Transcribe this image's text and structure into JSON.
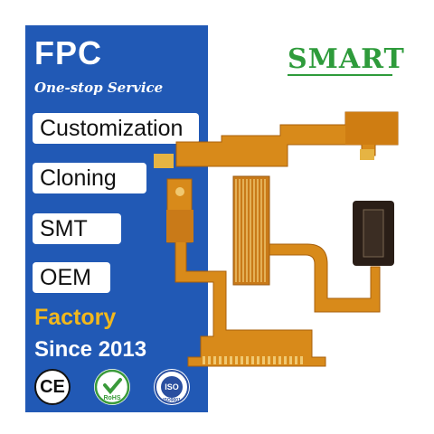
{
  "left_panel": {
    "title": "FPC",
    "tagline": "One-stop Service",
    "services": [
      "Customization",
      "Cloning",
      "SMT",
      "OEM"
    ],
    "factory_label": "Factory",
    "since_label": "Since 2013"
  },
  "certifications": {
    "ce": "CE",
    "rohs": "RoHS",
    "iso": "ISO",
    "iso_number": "ISO9001"
  },
  "brand": {
    "logo_text": "SMART"
  },
  "colors": {
    "panel_blue": "#2159b5",
    "factory_gold": "#f2b81c",
    "logo_green": "#2e9b3b",
    "flex_orange": "#d88a1a",
    "connector_dark": "#2a1e17"
  }
}
